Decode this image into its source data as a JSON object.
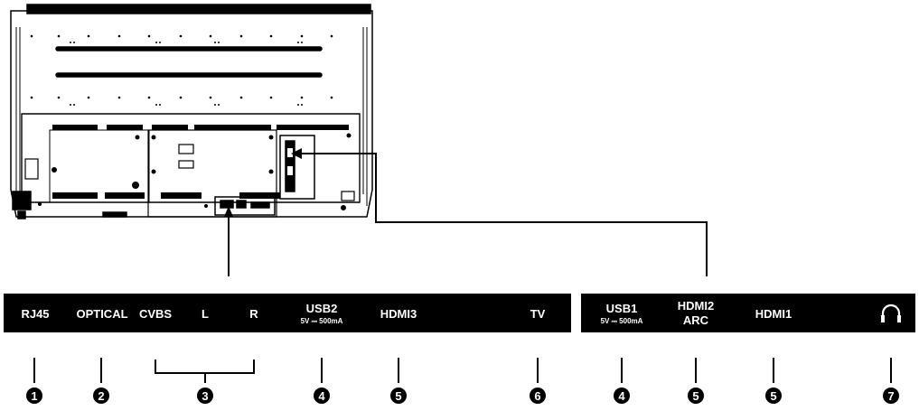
{
  "left_panel": {
    "ports": [
      "RJ45",
      "OPTICAL",
      "CVBS",
      "L",
      "R",
      "USB2",
      "HDMI3",
      "TV"
    ],
    "usb2_spec": "5V ⎓ 500mA"
  },
  "right_panel": {
    "ports": [
      "USB1",
      "HDMI2",
      "HDMI1"
    ],
    "usb1_spec": "5V ⎓ 500mA",
    "hdmi2_sub": "ARC",
    "headphone_icon": "headphone-icon"
  },
  "callouts": {
    "left": [
      "1",
      "2",
      "3",
      "4",
      "5",
      "6"
    ],
    "right": [
      "4",
      "5",
      "5",
      "7"
    ]
  },
  "colors": {
    "panel": "#000000",
    "background": "#ffffff",
    "lines": "#000000"
  }
}
